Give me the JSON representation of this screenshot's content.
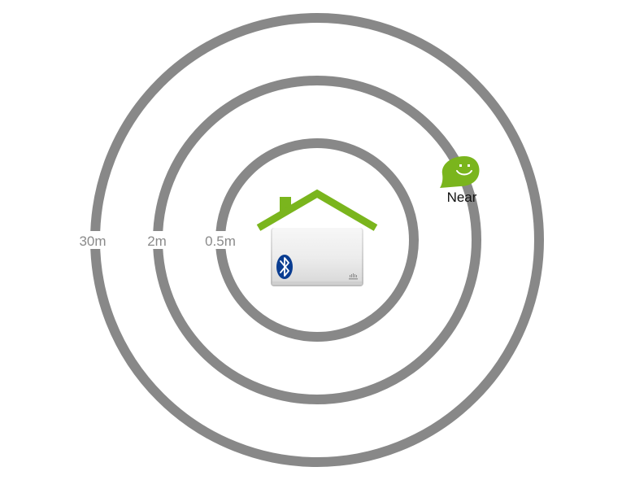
{
  "rings": [
    {
      "label": "30m"
    },
    {
      "label": "2m"
    },
    {
      "label": "0.5m"
    }
  ],
  "beacon": {
    "label": "Near",
    "bubble_color": "#7ab51d"
  },
  "colors": {
    "ring": "#888888",
    "roof": "#7ab51d",
    "bluetooth": "#0a3d91",
    "background": "#ffffff"
  },
  "icons": {
    "house": "house-icon",
    "access_point": "access-point-icon",
    "bluetooth": "bluetooth-icon",
    "beacon": "smiley-chat-bubble-icon",
    "brand": "brand-logo-icon"
  }
}
